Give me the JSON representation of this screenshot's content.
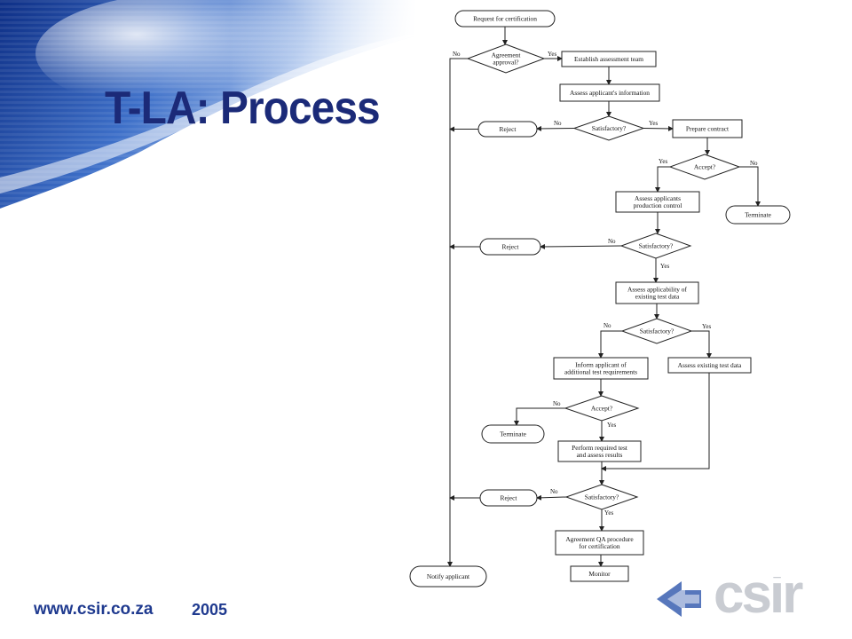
{
  "slide": {
    "title": "T-LA: Process"
  },
  "footer": {
    "url": "www.csir.co.za",
    "year": "2005"
  },
  "logo": {
    "text": "csir"
  },
  "colors": {
    "title": "#1b2a78",
    "footer": "#1f3a8f",
    "line": "#222222",
    "banner_dark": "#0e2f86",
    "banner_light": "#7aa4e0"
  },
  "flowchart": {
    "nodes": [
      {
        "id": "start",
        "shape": "terminal",
        "text": [
          "Request for certification"
        ]
      },
      {
        "id": "d_agreement",
        "shape": "decision",
        "text": [
          "Agreement",
          "approval?"
        ]
      },
      {
        "id": "establish",
        "shape": "process",
        "text": [
          "Establish assessment team"
        ]
      },
      {
        "id": "assess_info",
        "shape": "process",
        "text": [
          "Assess applicant's information"
        ]
      },
      {
        "id": "d_sat1",
        "shape": "decision",
        "text": [
          "Satisfactory?"
        ]
      },
      {
        "id": "reject1",
        "shape": "terminal",
        "text": [
          "Reject"
        ]
      },
      {
        "id": "prepare",
        "shape": "process",
        "text": [
          "Prepare contract"
        ]
      },
      {
        "id": "d_accept1",
        "shape": "decision",
        "text": [
          "Accept?"
        ]
      },
      {
        "id": "terminate1",
        "shape": "terminal",
        "text": [
          "Terminate"
        ]
      },
      {
        "id": "assess_prod",
        "shape": "process",
        "text": [
          "Assess applicants",
          "production control"
        ]
      },
      {
        "id": "d_sat2",
        "shape": "decision",
        "text": [
          "Satisfactory?"
        ]
      },
      {
        "id": "reject2",
        "shape": "terminal",
        "text": [
          "Reject"
        ]
      },
      {
        "id": "assess_appl",
        "shape": "process",
        "text": [
          "Assess applicability of",
          "existing test data"
        ]
      },
      {
        "id": "d_sat3",
        "shape": "decision",
        "text": [
          "Satisfactory?"
        ]
      },
      {
        "id": "inform",
        "shape": "process",
        "text": [
          "Inform applicant of",
          "additional test requirements"
        ]
      },
      {
        "id": "assess_exist",
        "shape": "process",
        "text": [
          "Assess existing test data"
        ]
      },
      {
        "id": "d_accept2",
        "shape": "decision",
        "text": [
          "Accept?"
        ]
      },
      {
        "id": "terminate2",
        "shape": "terminal",
        "text": [
          "Terminate"
        ]
      },
      {
        "id": "perform",
        "shape": "process",
        "text": [
          "Perform required test",
          "and assess results"
        ]
      },
      {
        "id": "d_sat4",
        "shape": "decision",
        "text": [
          "Satisfactory?"
        ]
      },
      {
        "id": "reject3",
        "shape": "terminal",
        "text": [
          "Reject"
        ]
      },
      {
        "id": "agreement_qa",
        "shape": "process",
        "text": [
          "Agreement QA procedure",
          "for certification"
        ]
      },
      {
        "id": "notify",
        "shape": "terminal",
        "text": [
          "Notify applicant"
        ]
      },
      {
        "id": "monitor",
        "shape": "process",
        "text": [
          "Monitor"
        ]
      }
    ],
    "edge_labels": [
      {
        "id": "agree_no",
        "text": "No"
      },
      {
        "id": "agree_yes",
        "text": "Yes"
      },
      {
        "id": "sat1_no",
        "text": "No"
      },
      {
        "id": "sat1_yes",
        "text": "Yes"
      },
      {
        "id": "acc1_yes",
        "text": "Yes"
      },
      {
        "id": "acc1_no",
        "text": "No"
      },
      {
        "id": "sat2_no",
        "text": "No"
      },
      {
        "id": "sat2_yes",
        "text": "Yes"
      },
      {
        "id": "sat3_no",
        "text": "No"
      },
      {
        "id": "sat3_yes",
        "text": "Yes"
      },
      {
        "id": "acc2_no",
        "text": "No"
      },
      {
        "id": "acc2_yes",
        "text": "Yes"
      },
      {
        "id": "sat4_no",
        "text": "No"
      },
      {
        "id": "sat4_yes",
        "text": "Yes"
      }
    ]
  }
}
